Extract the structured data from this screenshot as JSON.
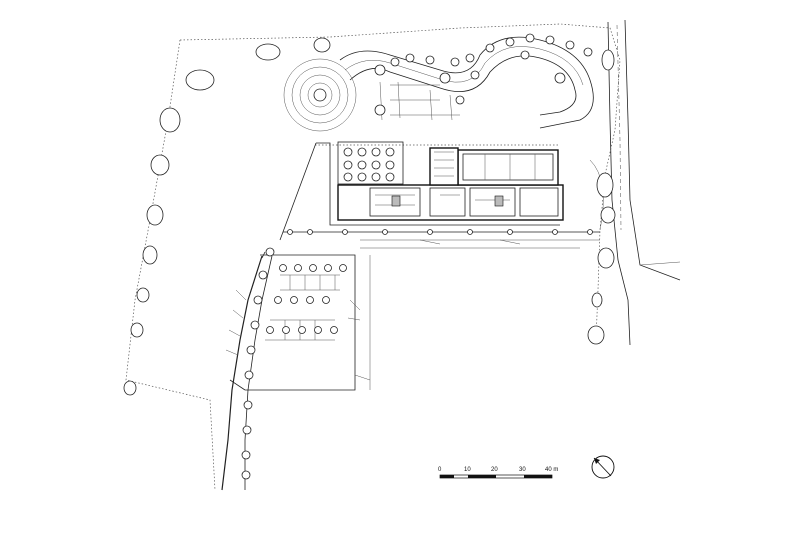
{
  "scale_bar": {
    "ticks": [
      "0",
      "10",
      "20",
      "30",
      "40 m"
    ]
  },
  "north_arrow": {
    "icon": "north-arrow-icon"
  },
  "colors": {
    "line": "#222222",
    "background": "#ffffff"
  }
}
